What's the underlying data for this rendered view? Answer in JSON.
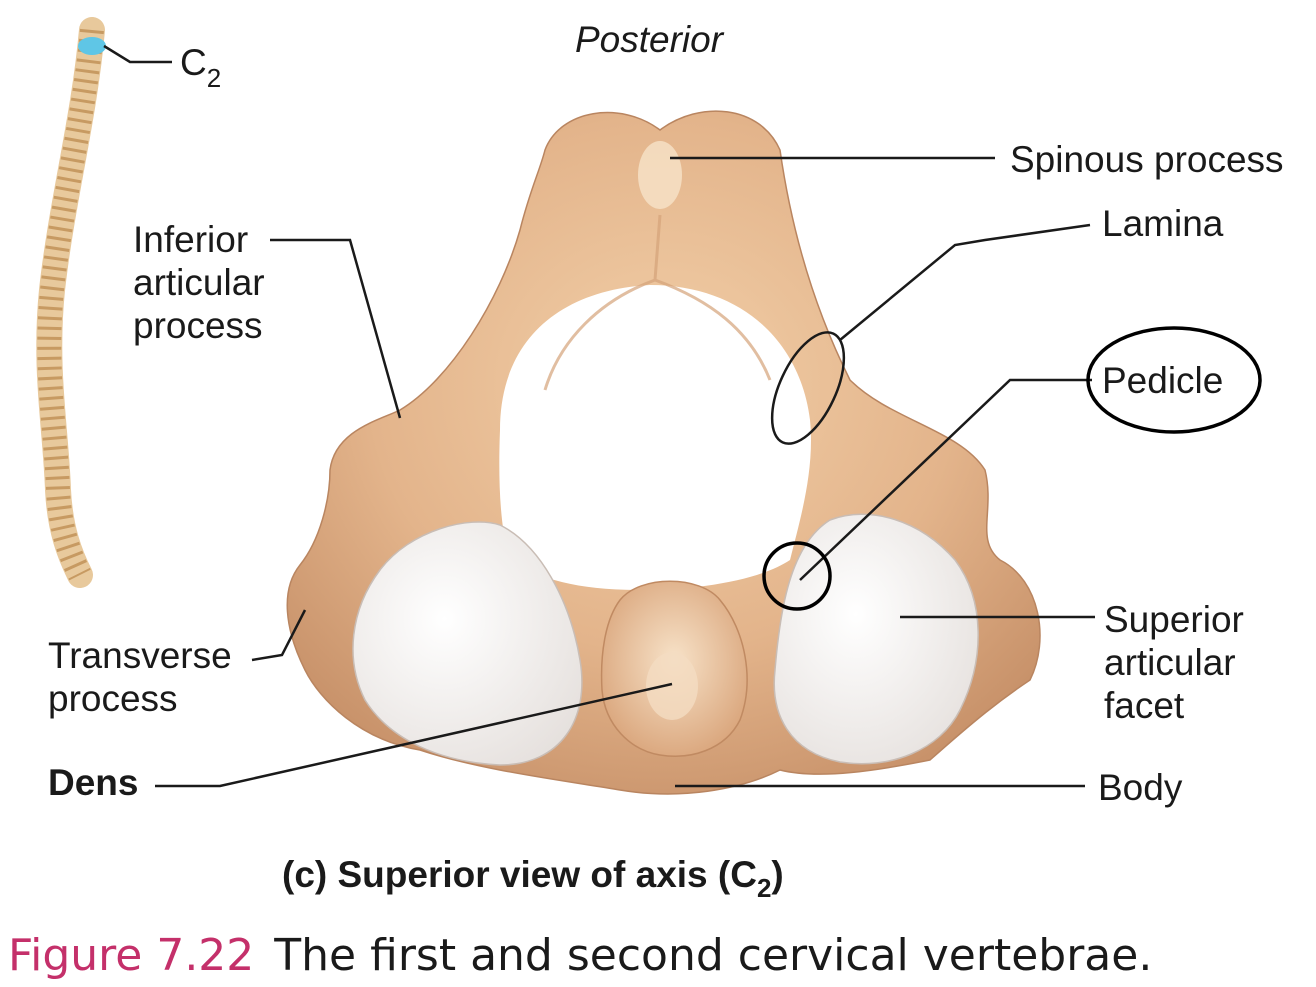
{
  "figure": {
    "orientation_label": "Posterior",
    "spine_label": {
      "letter": "C",
      "sub": "2"
    },
    "labels": {
      "spinous_process": "Spinous process",
      "lamina": "Lamina",
      "inferior_articular_process": [
        "Inferior",
        "articular",
        "process"
      ],
      "pedicle": "Pedicle",
      "transverse_process": [
        "Transverse",
        "process"
      ],
      "superior_articular_facet": [
        "Superior",
        "articular",
        "facet"
      ],
      "dens": "Dens",
      "body": "Body"
    },
    "subcaption": {
      "prefix": "(c) Superior view of axis (C",
      "sub": "2",
      "suffix": ")"
    },
    "caption": {
      "number": "Figure 7.22",
      "title": "The first and second cervical vertebrae."
    }
  },
  "colors": {
    "bone": "#e3b48b",
    "bone_shadow": "#c8926a",
    "facet": "#f2efed",
    "caption_accent": "#c4306a",
    "highlight_blue": "#5fc6e6"
  }
}
